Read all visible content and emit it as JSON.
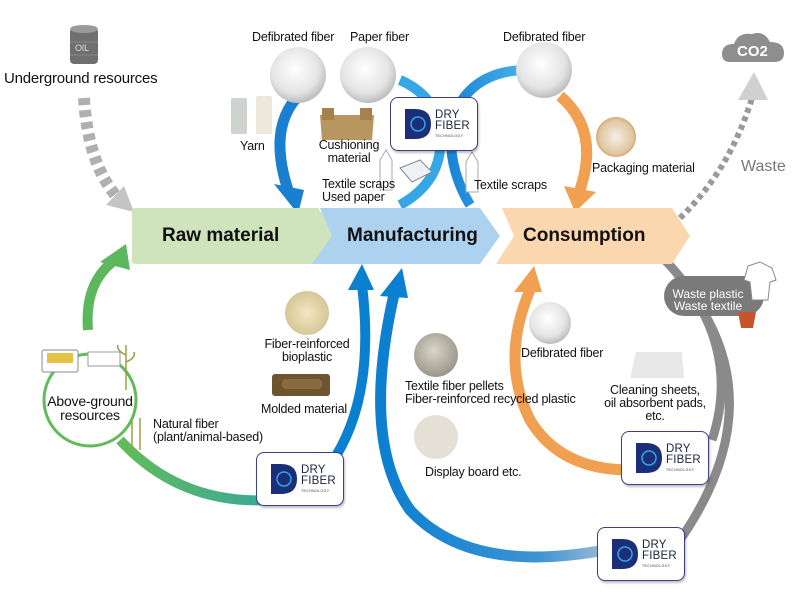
{
  "title": "DRY FIBER TECHNOLOGY material circulation diagram",
  "stages": [
    {
      "label": "Raw material",
      "color": "#cfe3bd"
    },
    {
      "label": "Manufacturing",
      "color": "#acd2f0"
    },
    {
      "label": "Consumption",
      "color": "#fbd7b0"
    }
  ],
  "sources": {
    "underground": {
      "label": "Underground resources",
      "icon": "oil-barrel-icon",
      "icon_text": "OIL"
    },
    "above_ground": {
      "label_line1": "Above-ground",
      "label_line2": "resources"
    }
  },
  "emissions": {
    "co2_label": "CO2",
    "waste_label": "Waste"
  },
  "top_items": {
    "defibrated_fiber_1": "Defibrated fiber",
    "paper_fiber": "Paper fiber",
    "defibrated_fiber_2": "Defibrated fiber",
    "yarn": "Yarn",
    "cushioning_line1": "Cushioning",
    "cushioning_line2": "material",
    "textile_scraps_used_paper_line1": "Textile scraps",
    "textile_scraps_used_paper_line2": "Used paper",
    "textile_scraps": "Textile scraps",
    "packaging_material": "Packaging material"
  },
  "bottom_items": {
    "fiber_reinforced_bioplastic_line1": "Fiber-reinforced",
    "fiber_reinforced_bioplastic_line2": "bioplastic",
    "molded_material": "Molded material",
    "natural_fiber_line1": "Natural fiber",
    "natural_fiber_line2": "(plant/animal-based)",
    "textile_pellets_line1": "Textile fiber pellets",
    "textile_pellets_line2": "Fiber-reinforced recycled plastic",
    "display_board": "Display board etc.",
    "defibrated_fiber_3": "Defibrated fiber",
    "cleaning_line1": "Cleaning sheets,",
    "cleaning_line2": "oil absorbent pads,",
    "cleaning_line3": "etc.",
    "waste_pill_line1": "Waste plastic",
    "waste_pill_line2": "Waste textile"
  },
  "logo": {
    "line1": "DRY",
    "line2": "FIBER",
    "line3": "TECHNOLOGY"
  },
  "colors": {
    "blue_arrow": "#0b7fd0",
    "light_blue_arrow": "#2ea6e8",
    "orange_arrow": "#f0a050",
    "green_arrow": "#5cb85c",
    "gray_arrow": "#8a8a8a",
    "logo_navy": "#1d2e78"
  }
}
